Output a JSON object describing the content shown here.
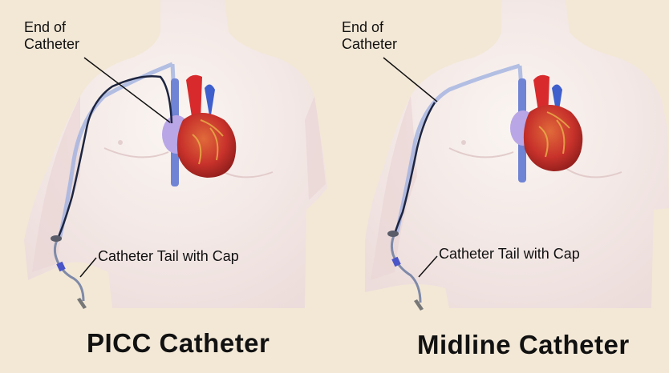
{
  "panels": [
    {
      "title": "PICC Catheter",
      "end_label": "End of\nCatheter",
      "tail_label": "Catheter Tail with Cap"
    },
    {
      "title": "Midline Catheter",
      "end_label": "End of\nCatheter",
      "tail_label": "Catheter Tail with Cap"
    }
  ],
  "colors": {
    "background": "#f3e8d6",
    "skin": "#f6ede8",
    "skin_shadow": "#ead8d6",
    "vein": "#8fa4d8",
    "heart": "#c8322b",
    "artery": "#d6262a",
    "vena_cava": "#6a7fd0",
    "atrium": "#b7a3e3",
    "catheter": "#1b2340",
    "text": "#111111"
  }
}
